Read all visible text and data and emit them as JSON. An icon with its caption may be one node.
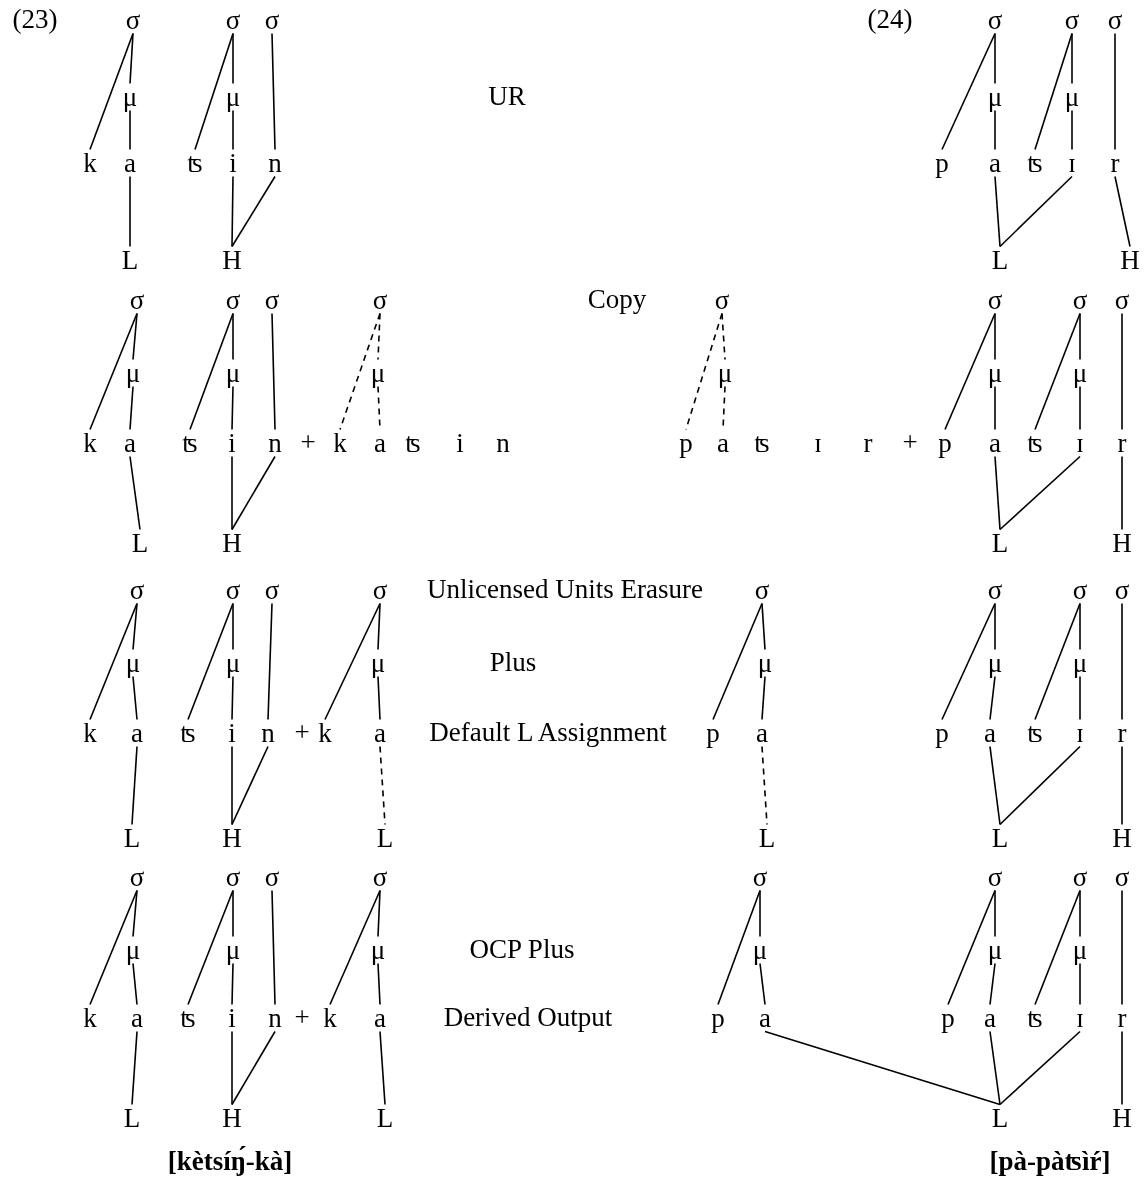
{
  "diagram": {
    "nodes": [
      {
        "text": [
          "σ"
        ]
      },
      {
        "text": [
          "σ"
        ]
      },
      {
        "text": [
          "σ"
        ]
      },
      {
        "text": [
          "σ"
        ]
      },
      {
        "text": [
          "σ"
        ]
      },
      {
        "text": [
          "σ"
        ]
      },
      {
        "text": [
          "μ"
        ]
      },
      {
        "text": [
          "μ"
        ]
      },
      {
        "text": [
          "μ"
        ]
      },
      {
        "text": [
          "μ"
        ]
      },
      {
        "text": [
          "k"
        ]
      },
      {
        "text": [
          "a"
        ]
      },
      {
        "text": [
          "ʦ"
        ]
      },
      {
        "text": [
          "i"
        ]
      },
      {
        "text": [
          "n"
        ]
      },
      {
        "text": [
          "p"
        ]
      },
      {
        "text": [
          "a"
        ]
      },
      {
        "text": [
          "ʦ"
        ]
      },
      {
        "text": [
          "ɪ"
        ]
      },
      {
        "text": [
          "r"
        ]
      },
      {
        "text": [
          "L"
        ]
      },
      {
        "text": [
          "H"
        ]
      },
      {
        "text": [
          "L"
        ]
      },
      {
        "text": [
          "H"
        ]
      },
      {
        "text": [
          "σ"
        ]
      },
      {
        "text": [
          "σ"
        ]
      },
      {
        "text": [
          "σ"
        ]
      },
      {
        "text": [
          "σ"
        ]
      },
      {
        "text": [
          "σ"
        ]
      },
      {
        "text": [
          "σ"
        ]
      },
      {
        "text": [
          "σ"
        ]
      },
      {
        "text": [
          "σ"
        ]
      },
      {
        "text": [
          "μ"
        ]
      },
      {
        "text": [
          "μ"
        ]
      },
      {
        "text": [
          "μ"
        ]
      },
      {
        "text": [
          "μ"
        ]
      },
      {
        "text": [
          "μ"
        ]
      },
      {
        "text": [
          "μ"
        ]
      },
      {
        "text": [
          "k"
        ]
      },
      {
        "text": [
          "a"
        ]
      },
      {
        "text": [
          "ʦ"
        ]
      },
      {
        "text": [
          "i"
        ]
      },
      {
        "text": [
          "n"
        ]
      },
      {
        "text": [
          "k"
        ]
      },
      {
        "text": [
          "a"
        ]
      },
      {
        "text": [
          "ʦ"
        ]
      },
      {
        "text": [
          "i"
        ]
      },
      {
        "text": [
          "n"
        ]
      },
      {
        "text": [
          "p"
        ]
      },
      {
        "text": [
          "a"
        ]
      },
      {
        "text": [
          "ʦ"
        ]
      },
      {
        "text": [
          "ɪ"
        ]
      },
      {
        "text": [
          "r"
        ]
      },
      {
        "text": [
          "p"
        ]
      },
      {
        "text": [
          "a"
        ]
      },
      {
        "text": [
          "ʦ"
        ]
      },
      {
        "text": [
          "ɪ"
        ]
      },
      {
        "text": [
          "r"
        ]
      },
      {
        "text": [
          "L"
        ]
      },
      {
        "text": [
          "H"
        ]
      },
      {
        "text": [
          "L"
        ]
      },
      {
        "text": [
          "H"
        ]
      },
      {
        "text": [
          "σ"
        ]
      },
      {
        "text": [
          "σ"
        ]
      },
      {
        "text": [
          "σ"
        ]
      },
      {
        "text": [
          "σ"
        ]
      },
      {
        "text": [
          "σ"
        ]
      },
      {
        "text": [
          "σ"
        ]
      },
      {
        "text": [
          "σ"
        ]
      },
      {
        "text": [
          "σ"
        ]
      },
      {
        "text": [
          "μ"
        ]
      },
      {
        "text": [
          "μ"
        ]
      },
      {
        "text": [
          "μ"
        ]
      },
      {
        "text": [
          "μ"
        ]
      },
      {
        "text": [
          "μ"
        ]
      },
      {
        "text": [
          "μ"
        ]
      },
      {
        "text": [
          "k"
        ]
      },
      {
        "text": [
          "a"
        ]
      },
      {
        "text": [
          "ʦ"
        ]
      },
      {
        "text": [
          "i"
        ]
      },
      {
        "text": [
          "n"
        ]
      },
      {
        "text": [
          "k"
        ]
      },
      {
        "text": [
          "a"
        ]
      },
      {
        "text": [
          "p"
        ]
      },
      {
        "text": [
          "a"
        ]
      },
      {
        "text": [
          "p"
        ]
      },
      {
        "text": [
          "a"
        ]
      },
      {
        "text": [
          "ʦ"
        ]
      },
      {
        "text": [
          "ɪ"
        ]
      },
      {
        "text": [
          "r"
        ]
      },
      {
        "text": [
          "L"
        ]
      },
      {
        "text": [
          "H"
        ]
      },
      {
        "text": [
          "L"
        ]
      },
      {
        "text": [
          "L"
        ]
      },
      {
        "text": [
          "L"
        ]
      },
      {
        "text": [
          "H"
        ]
      },
      {
        "text": [
          "σ"
        ]
      },
      {
        "text": [
          "σ"
        ]
      },
      {
        "text": [
          "σ"
        ]
      },
      {
        "text": [
          "σ"
        ]
      },
      {
        "text": [
          "σ"
        ]
      },
      {
        "text": [
          "σ"
        ]
      },
      {
        "text": [
          "σ"
        ]
      },
      {
        "text": [
          "σ"
        ]
      },
      {
        "text": [
          "μ"
        ]
      },
      {
        "text": [
          "μ"
        ]
      },
      {
        "text": [
          "μ"
        ]
      },
      {
        "text": [
          "μ"
        ]
      },
      {
        "text": [
          "μ"
        ]
      },
      {
        "text": [
          "μ"
        ]
      },
      {
        "text": [
          "k"
        ]
      },
      {
        "text": [
          "a"
        ]
      },
      {
        "text": [
          "ʦ"
        ]
      },
      {
        "text": [
          "i"
        ]
      },
      {
        "text": [
          "n"
        ]
      },
      {
        "text": [
          "k"
        ]
      },
      {
        "text": [
          "a"
        ]
      },
      {
        "text": [
          "p"
        ]
      },
      {
        "text": [
          "a"
        ]
      },
      {
        "text": [
          "p"
        ]
      },
      {
        "text": [
          "a"
        ]
      },
      {
        "text": [
          "ʦ"
        ]
      },
      {
        "text": [
          "ɪ"
        ]
      },
      {
        "text": [
          "r"
        ]
      },
      {
        "text": [
          "L"
        ]
      },
      {
        "text": [
          "H"
        ]
      },
      {
        "text": [
          "L"
        ]
      },
      {
        "text": [
          "L"
        ]
      },
      {
        "text": [
          "H"
        ]
      }
    ],
    "edges": [
      {
        "from": 0,
        "to": 10,
        "arrow": "none"
      },
      {
        "from": 0,
        "to": 6,
        "arrow": "none"
      },
      {
        "from": 6,
        "to": 11,
        "arrow": "none"
      },
      {
        "from": 1,
        "to": 12,
        "arrow": "none"
      },
      {
        "from": 1,
        "to": 7,
        "arrow": "none"
      },
      {
        "from": 7,
        "to": 13,
        "arrow": "none"
      },
      {
        "from": 2,
        "to": 14,
        "arrow": "none"
      },
      {
        "from": 11,
        "to": 20,
        "arrow": "none"
      },
      {
        "from": 13,
        "to": 21,
        "arrow": "none"
      },
      {
        "from": 14,
        "to": 21,
        "arrow": "none"
      },
      {
        "from": 3,
        "to": 15,
        "arrow": "none"
      },
      {
        "from": 3,
        "to": 8,
        "arrow": "none"
      },
      {
        "from": 8,
        "to": 16,
        "arrow": "none"
      },
      {
        "from": 4,
        "to": 17,
        "arrow": "none"
      },
      {
        "from": 4,
        "to": 9,
        "arrow": "none"
      },
      {
        "from": 9,
        "to": 18,
        "arrow": "none"
      },
      {
        "from": 5,
        "to": 19,
        "arrow": "none"
      },
      {
        "from": 16,
        "to": 22,
        "arrow": "none"
      },
      {
        "from": 18,
        "to": 22,
        "arrow": "none"
      },
      {
        "from": 19,
        "to": 23,
        "arrow": "none"
      },
      {
        "from": 24,
        "to": 38,
        "arrow": "none"
      },
      {
        "from": 24,
        "to": 32,
        "arrow": "none"
      },
      {
        "from": 32,
        "to": 39,
        "arrow": "none"
      },
      {
        "from": 25,
        "to": 40,
        "arrow": "none"
      },
      {
        "from": 25,
        "to": 33,
        "arrow": "none"
      },
      {
        "from": 33,
        "to": 41,
        "arrow": "none"
      },
      {
        "from": 26,
        "to": 42,
        "arrow": "none"
      },
      {
        "from": 39,
        "to": 58,
        "arrow": "none"
      },
      {
        "from": 41,
        "to": 59,
        "arrow": "none"
      },
      {
        "from": 42,
        "to": 59,
        "arrow": "none"
      },
      {
        "from": 27,
        "to": 43,
        "arrow": "none",
        "style": "dashed"
      },
      {
        "from": 27,
        "to": 34,
        "arrow": "none",
        "style": "dashed"
      },
      {
        "from": 34,
        "to": 44,
        "arrow": "none",
        "style": "dashed"
      },
      {
        "from": 28,
        "to": 48,
        "arrow": "none",
        "style": "dashed"
      },
      {
        "from": 28,
        "to": 35,
        "arrow": "none",
        "style": "dashed"
      },
      {
        "from": 35,
        "to": 49,
        "arrow": "none",
        "style": "dashed"
      },
      {
        "from": 29,
        "to": 53,
        "arrow": "none"
      },
      {
        "from": 29,
        "to": 36,
        "arrow": "none"
      },
      {
        "from": 36,
        "to": 54,
        "arrow": "none"
      },
      {
        "from": 30,
        "to": 55,
        "arrow": "none"
      },
      {
        "from": 30,
        "to": 37,
        "arrow": "none"
      },
      {
        "from": 37,
        "to": 56,
        "arrow": "none"
      },
      {
        "from": 31,
        "to": 57,
        "arrow": "none"
      },
      {
        "from": 54,
        "to": 60,
        "arrow": "none"
      },
      {
        "from": 56,
        "to": 60,
        "arrow": "none"
      },
      {
        "from": 57,
        "to": 61,
        "arrow": "none"
      },
      {
        "from": 62,
        "to": 76,
        "arrow": "none"
      },
      {
        "from": 62,
        "to": 70,
        "arrow": "none"
      },
      {
        "from": 70,
        "to": 77,
        "arrow": "none"
      },
      {
        "from": 63,
        "to": 78,
        "arrow": "none"
      },
      {
        "from": 63,
        "to": 71,
        "arrow": "none"
      },
      {
        "from": 71,
        "to": 79,
        "arrow": "none"
      },
      {
        "from": 64,
        "to": 80,
        "arrow": "none"
      },
      {
        "from": 77,
        "to": 90,
        "arrow": "none"
      },
      {
        "from": 79,
        "to": 91,
        "arrow": "none"
      },
      {
        "from": 80,
        "to": 91,
        "arrow": "none"
      },
      {
        "from": 65,
        "to": 81,
        "arrow": "none"
      },
      {
        "from": 65,
        "to": 72,
        "arrow": "none"
      },
      {
        "from": 72,
        "to": 82,
        "arrow": "none"
      },
      {
        "from": 82,
        "to": 92,
        "arrow": "none",
        "style": "dashed"
      },
      {
        "from": 66,
        "to": 83,
        "arrow": "none"
      },
      {
        "from": 66,
        "to": 73,
        "arrow": "none"
      },
      {
        "from": 73,
        "to": 84,
        "arrow": "none"
      },
      {
        "from": 84,
        "to": 93,
        "arrow": "none",
        "style": "dashed"
      },
      {
        "from": 67,
        "to": 85,
        "arrow": "none"
      },
      {
        "from": 67,
        "to": 74,
        "arrow": "none"
      },
      {
        "from": 74,
        "to": 86,
        "arrow": "none"
      },
      {
        "from": 68,
        "to": 87,
        "arrow": "none"
      },
      {
        "from": 68,
        "to": 75,
        "arrow": "none"
      },
      {
        "from": 75,
        "to": 88,
        "arrow": "none"
      },
      {
        "from": 69,
        "to": 89,
        "arrow": "none"
      },
      {
        "from": 86,
        "to": 94,
        "arrow": "none"
      },
      {
        "from": 88,
        "to": 94,
        "arrow": "none"
      },
      {
        "from": 89,
        "to": 95,
        "arrow": "none"
      },
      {
        "from": 96,
        "to": 110,
        "arrow": "none"
      },
      {
        "from": 96,
        "to": 104,
        "arrow": "none"
      },
      {
        "from": 104,
        "to": 111,
        "arrow": "none"
      },
      {
        "from": 97,
        "to": 112,
        "arrow": "none"
      },
      {
        "from": 97,
        "to": 105,
        "arrow": "none"
      },
      {
        "from": 105,
        "to": 113,
        "arrow": "none"
      },
      {
        "from": 98,
        "to": 114,
        "arrow": "none"
      },
      {
        "from": 111,
        "to": 124,
        "arrow": "none"
      },
      {
        "from": 113,
        "to": 125,
        "arrow": "none"
      },
      {
        "from": 114,
        "to": 125,
        "arrow": "none"
      },
      {
        "from": 99,
        "to": 115,
        "arrow": "none"
      },
      {
        "from": 99,
        "to": 106,
        "arrow": "none"
      },
      {
        "from": 106,
        "to": 116,
        "arrow": "none"
      },
      {
        "from": 116,
        "to": 126,
        "arrow": "none"
      },
      {
        "from": 100,
        "to": 117,
        "arrow": "none"
      },
      {
        "from": 100,
        "to": 107,
        "arrow": "none"
      },
      {
        "from": 107,
        "to": 118,
        "arrow": "none"
      },
      {
        "from": 118,
        "to": 127,
        "arrow": "none"
      },
      {
        "from": 101,
        "to": 119,
        "arrow": "none"
      },
      {
        "from": 101,
        "to": 108,
        "arrow": "none"
      },
      {
        "from": 108,
        "to": 120,
        "arrow": "none"
      },
      {
        "from": 102,
        "to": 121,
        "arrow": "none"
      },
      {
        "from": 102,
        "to": 109,
        "arrow": "none"
      },
      {
        "from": 109,
        "to": 122,
        "arrow": "none"
      },
      {
        "from": 103,
        "to": 123,
        "arrow": "none"
      },
      {
        "from": 120,
        "to": 127,
        "arrow": "none"
      },
      {
        "from": 122,
        "to": 127,
        "arrow": "none"
      },
      {
        "from": 123,
        "to": 128,
        "arrow": "none"
      }
    ],
    "labels": [
      "(23)",
      "(24)",
      "UR",
      "Copy",
      "+",
      "+",
      "Unlicensed Units Erasure",
      "Plus",
      "+",
      "Default L Assignment",
      "OCP Plus",
      "+",
      "Derived Output",
      "[kètsíŋ́-kà]",
      "[pà-pàʦìŕ]"
    ]
  }
}
